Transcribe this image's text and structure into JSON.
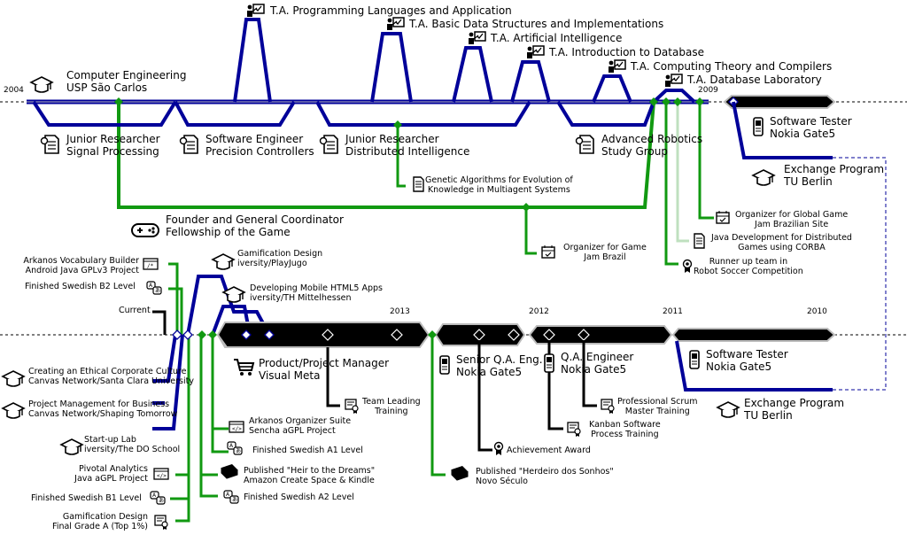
{
  "years_top": {
    "start": "2004",
    "end": "2009"
  },
  "years_bottom": {
    "y2013": "2013",
    "y2012": "2012",
    "y2011": "2011",
    "y2010": "2010"
  },
  "top": {
    "ta_prog": "T.A. Programming Languages and Application",
    "ta_ds": "T.A. Basic Data Structures and Implementations",
    "ta_ai": "T.A. Artificial Intelligence",
    "ta_db": "T.A. Introduction to Database",
    "ta_ctc": "T.A. Computing Theory and Compilers",
    "ta_dblab": "T.A. Database Laboratory",
    "degree_1": "Computer Engineering",
    "degree_2": "USP São Carlos",
    "jr_signal_1": "Junior Researcher",
    "jr_signal_2": "Signal Processing",
    "swe_1": "Software Engineer",
    "swe_2": "Precision Controllers",
    "jr_dist_1": "Junior Researcher",
    "jr_dist_2": "Distributed Intelligence",
    "robotics_1": "Advanced Robotics",
    "robotics_2": "Study Group",
    "tester_1": "Software Tester",
    "tester_2": "Nokia Gate5",
    "exchange_1": "Exchange Program",
    "exchange_2": "TU Berlin",
    "genetic_1": "Genetic Algorithms for Evolution of",
    "genetic_2": "Knowledge in Multiagent Systems",
    "founder_1": "Founder and General Coordinator",
    "founder_2": "Fellowship of the Game",
    "gj_global_1": "Organizer for Global Game",
    "gj_global_2": "Jam Brazilian Site",
    "java_dist_1": "Java Development for Distributed",
    "java_dist_2": "Games using CORBA",
    "runner_1": "Runner up team in",
    "runner_2": "Robot Soccer Competition",
    "gj_brazil_1": "Organizer for Game",
    "gj_brazil_2": "Jam Brazil"
  },
  "bottom": {
    "current": "Current",
    "vocab_1": "Arkanos Vocabulary Builder",
    "vocab_2": "Android Java GPLv3 Project",
    "b2": "Finished Swedish B2 Level",
    "gam_design_1": "Gamification Design",
    "gam_design_2": "iversity/PlayJugo",
    "html5_1": "Developing Mobile HTML5 Apps",
    "html5_2": "iversity/TH Mittelhessen",
    "ethical_1": "Creating an Ethical Corporate Culture",
    "ethical_2": "Canvas Network/Santa Clara University",
    "pm_biz_1": "Project Management for Business",
    "pm_biz_2": "Canvas Network/Shaping Tomorrow",
    "startup_1": "Start-up Lab",
    "startup_2": "iversity/The DO School",
    "pivotal_1": "Pivotal Analytics",
    "pivotal_2": "Java aGPL Project",
    "b1": "Finished Swedish B1 Level",
    "gam_grade_1": "Gamification Design",
    "gam_grade_2": "Final Grade A (Top 1%)",
    "pm_1": "Product/Project Manager",
    "pm_2": "Visual Meta",
    "team_lead_1": "Team Leading",
    "team_lead_2": "Training",
    "suite_1": "Arkanos Organizer Suite",
    "suite_2": "Sencha aGPL Project",
    "a1": "Finished Swedish A1 Level",
    "heir_1": "Published \"Heir to the Dreams\"",
    "heir_2": "Amazon Create Space & Kindle",
    "a2": "Finished Swedish A2 Level",
    "senior_qa_1": "Senior Q.A. Eng.",
    "senior_qa_2": "Nokia Gate5",
    "achievement": "Achievement Award",
    "herdeiro_1": "Published \"Herdeiro dos Sonhos\"",
    "herdeiro_2": "Novo Século",
    "qa_1": "Q.A. Engineer",
    "qa_2": "Nokia Gate5",
    "scrum_1": "Professional Scrum",
    "scrum_2": "Master Training",
    "kanban_1": "Kanban Software",
    "kanban_2": "Process Training",
    "tester_1": "Software Tester",
    "tester_2": "Nokia Gate5",
    "exchange_1": "Exchange Program",
    "exchange_2": "TU Berlin"
  },
  "colors": {
    "navy": "#000099",
    "green": "#119911",
    "black": "#000000",
    "gray": "#bbbbbb",
    "dashed_blue": "#000099"
  }
}
